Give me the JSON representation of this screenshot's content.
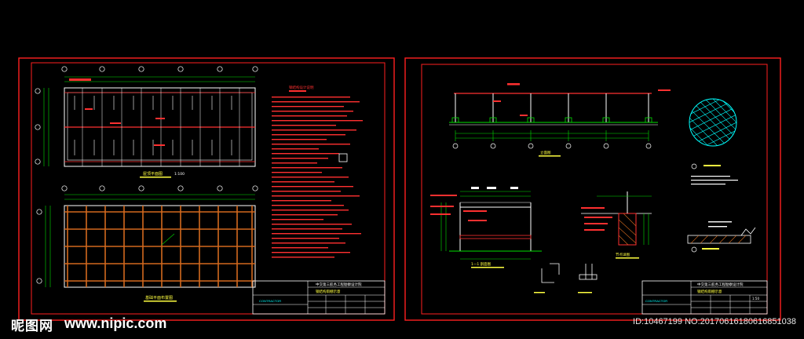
{
  "watermark": {
    "logo": "昵图网",
    "site": "www.nipic.com",
    "id_text": "ID:10467199 NO:20170616180616851038"
  },
  "left_sheet": {
    "institute": "中交第三航务工程勘察设计院",
    "drawing_title": "钢结构雨棚示意",
    "plan_label": "屋顶平面图",
    "frame_label": "基础平面布置图",
    "notes_title": "钢结构设计说明",
    "scale": "1:100",
    "company_en": "CONTRACTOR"
  },
  "right_sheet": {
    "institute": "中交第三航务工程勘察设计院",
    "drawing_title": "钢结构雨棚示意",
    "elevation_label": "立面图",
    "section_label": "1—1 剖面图",
    "detail_label": "节点详图",
    "scale": "1:50",
    "company_en": "CONTRACTOR"
  },
  "colors": {
    "background": "#000000",
    "frame": "#ff2020",
    "geometry_green": "#00e000",
    "text_white": "#ffffff",
    "text_yellow": "#ffff40",
    "beam_orange": "#d2691e",
    "cyan": "#00ffff"
  }
}
